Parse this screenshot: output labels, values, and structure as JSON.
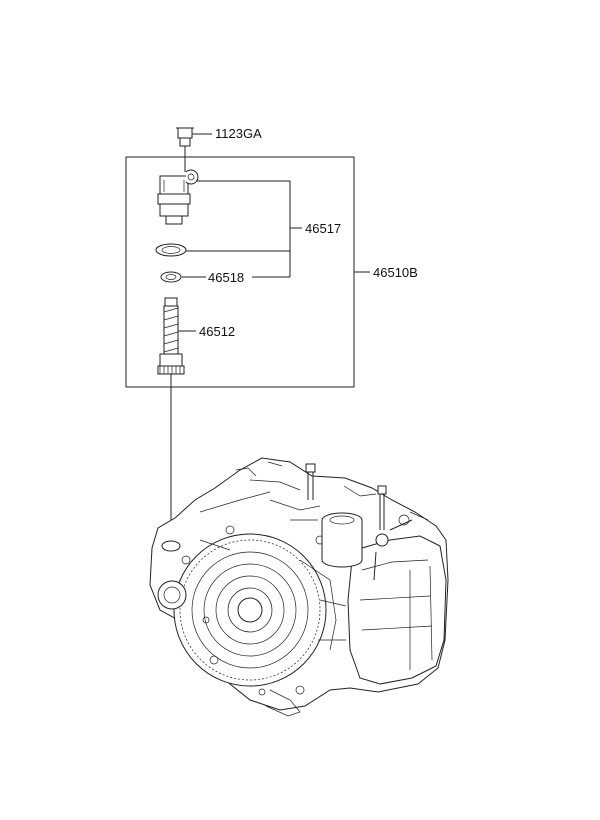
{
  "labels": {
    "bolt": "1123GA",
    "sensor_assembly": "46517",
    "o_ring": "46518",
    "kit_box": "46510B",
    "driven_gear": "46512"
  }
}
